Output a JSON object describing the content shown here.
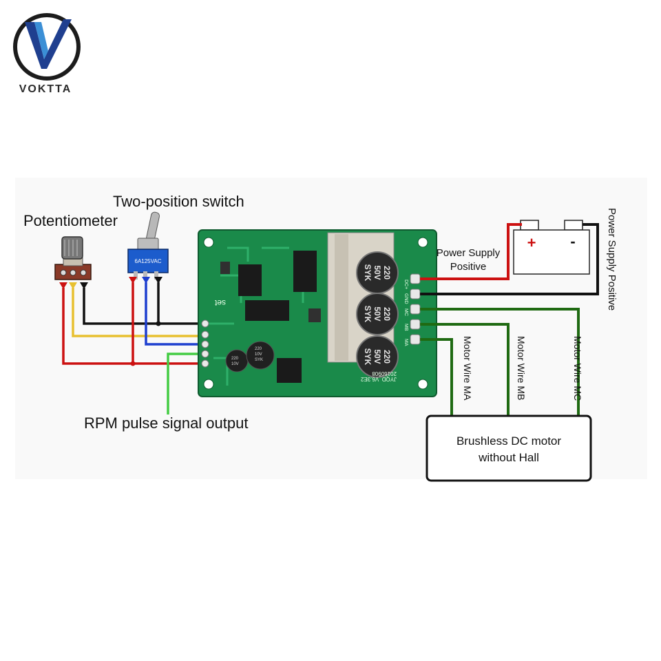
{
  "brand": {
    "name": "VOKTTA",
    "logo_letter": "V",
    "colors": {
      "primary": "#1f3f8f",
      "secondary": "#3b8fd6",
      "ring": "#1c1c1c"
    }
  },
  "labels": {
    "potentiometer": "Potentiometer",
    "two_position_switch": "Two-position switch",
    "rpm_pulse": "RPM pulse signal output",
    "power_supply_positive_horizontal": [
      "Power Supply",
      "Positive"
    ],
    "power_supply_positive_vertical": "Power Supply Positive",
    "motor_wire_ma": "Motor Wire MA",
    "motor_wire_mb": "Motor Wire MB",
    "motor_wire_mc": "Motor Wire MC",
    "motor_box": [
      "Brushless DC motor",
      "without Hall"
    ],
    "battery_plus": "+",
    "battery_minus": "-"
  },
  "board": {
    "silk_set": "set",
    "capacitor_text": [
      "220",
      "50V",
      "SYK"
    ],
    "small_cap_1": [
      "220",
      "10V"
    ],
    "small_cap_2": [
      "220",
      "10V",
      "SYK"
    ],
    "switch_label": "6A125VAC",
    "pcb_code": "JYQD_V6.3E2",
    "pcb_date": "20160908",
    "terminal_labels": [
      "DC+",
      "GND",
      "MC",
      "MB",
      "MA"
    ]
  },
  "wire_colors": {
    "red": "#cc1111",
    "black": "#111111",
    "yellow": "#e8c030",
    "blue": "#1e3fcf",
    "green_light": "#44cc44",
    "green_dark": "#1f6a12",
    "board_green": "#1a8a4a"
  }
}
